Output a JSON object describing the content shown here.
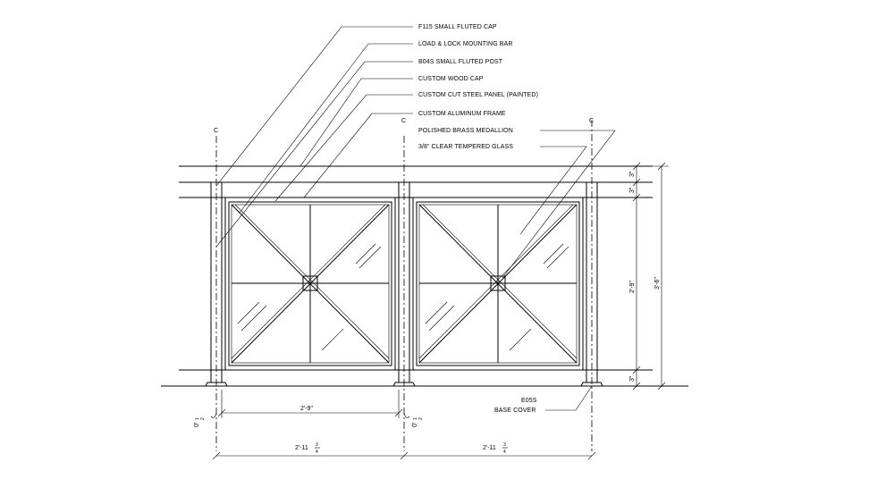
{
  "drawing": {
    "callouts": [
      "F115 SMALL FLUTED CAP",
      "LOAD & LOCK MOUNTING BAR",
      "B04S SMALL FLUTED POST",
      "CUSTOM WOOD CAP",
      "CUSTOM CUT STEEL PANEL (PAINTED)",
      "CUSTOM ALUMINUM FRAME",
      "POLISHED BRASS MEDALLION",
      "3/8\" CLEAR TEMPERED GLASS"
    ],
    "base_cover_line1": "E05S",
    "base_cover_line2": "BASE COVER",
    "centerline_mark": "C",
    "dims": {
      "top_3in": "3\"",
      "second_3in": "3\"",
      "bottom_3in": "3\"",
      "panel_height": "2'-9\"",
      "total_height": "3'-6\"",
      "panel_width": "2'-9\"",
      "bay_width_1": "2'-11",
      "bay_width_2": "2'-11",
      "frac_num": "3",
      "frac_den": "4",
      "offset_left_num": "1",
      "offset_left_den": "2",
      "offset_left_whole": "0'",
      "offset_mid_num": "1",
      "offset_mid_den": "2",
      "offset_mid_whole": "0'"
    }
  }
}
